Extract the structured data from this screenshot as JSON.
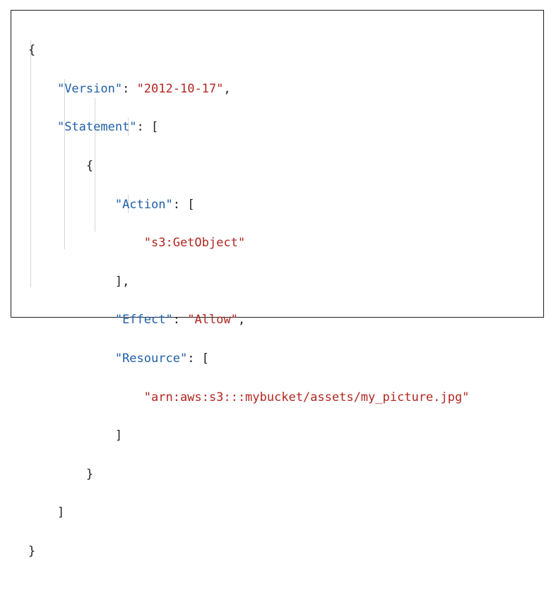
{
  "policy": {
    "open_brace": "{",
    "close_brace": "}",
    "version_key": "\"Version\"",
    "version_value": "\"2012-10-17\"",
    "statement_key": "\"Statement\"",
    "statement_open": "[",
    "statement_close": "]",
    "stmt_open": "{",
    "stmt_close": "}",
    "action_key": "\"Action\"",
    "action_open": "[",
    "action_value": "\"s3:GetObject\"",
    "action_close": "],",
    "effect_key": "\"Effect\"",
    "effect_value": "\"Allow\"",
    "resource_key": "\"Resource\"",
    "resource_open": "[",
    "resource_value": "\"arn:aws:s3:::mybucket/assets/my_picture.jpg\"",
    "resource_close": "]",
    "colon": ": ",
    "comma": ","
  },
  "colors": {
    "key": "#1f5fa8",
    "string": "#b0261f",
    "punct": "#1f1f1f",
    "guide": "#d6d6d6"
  }
}
